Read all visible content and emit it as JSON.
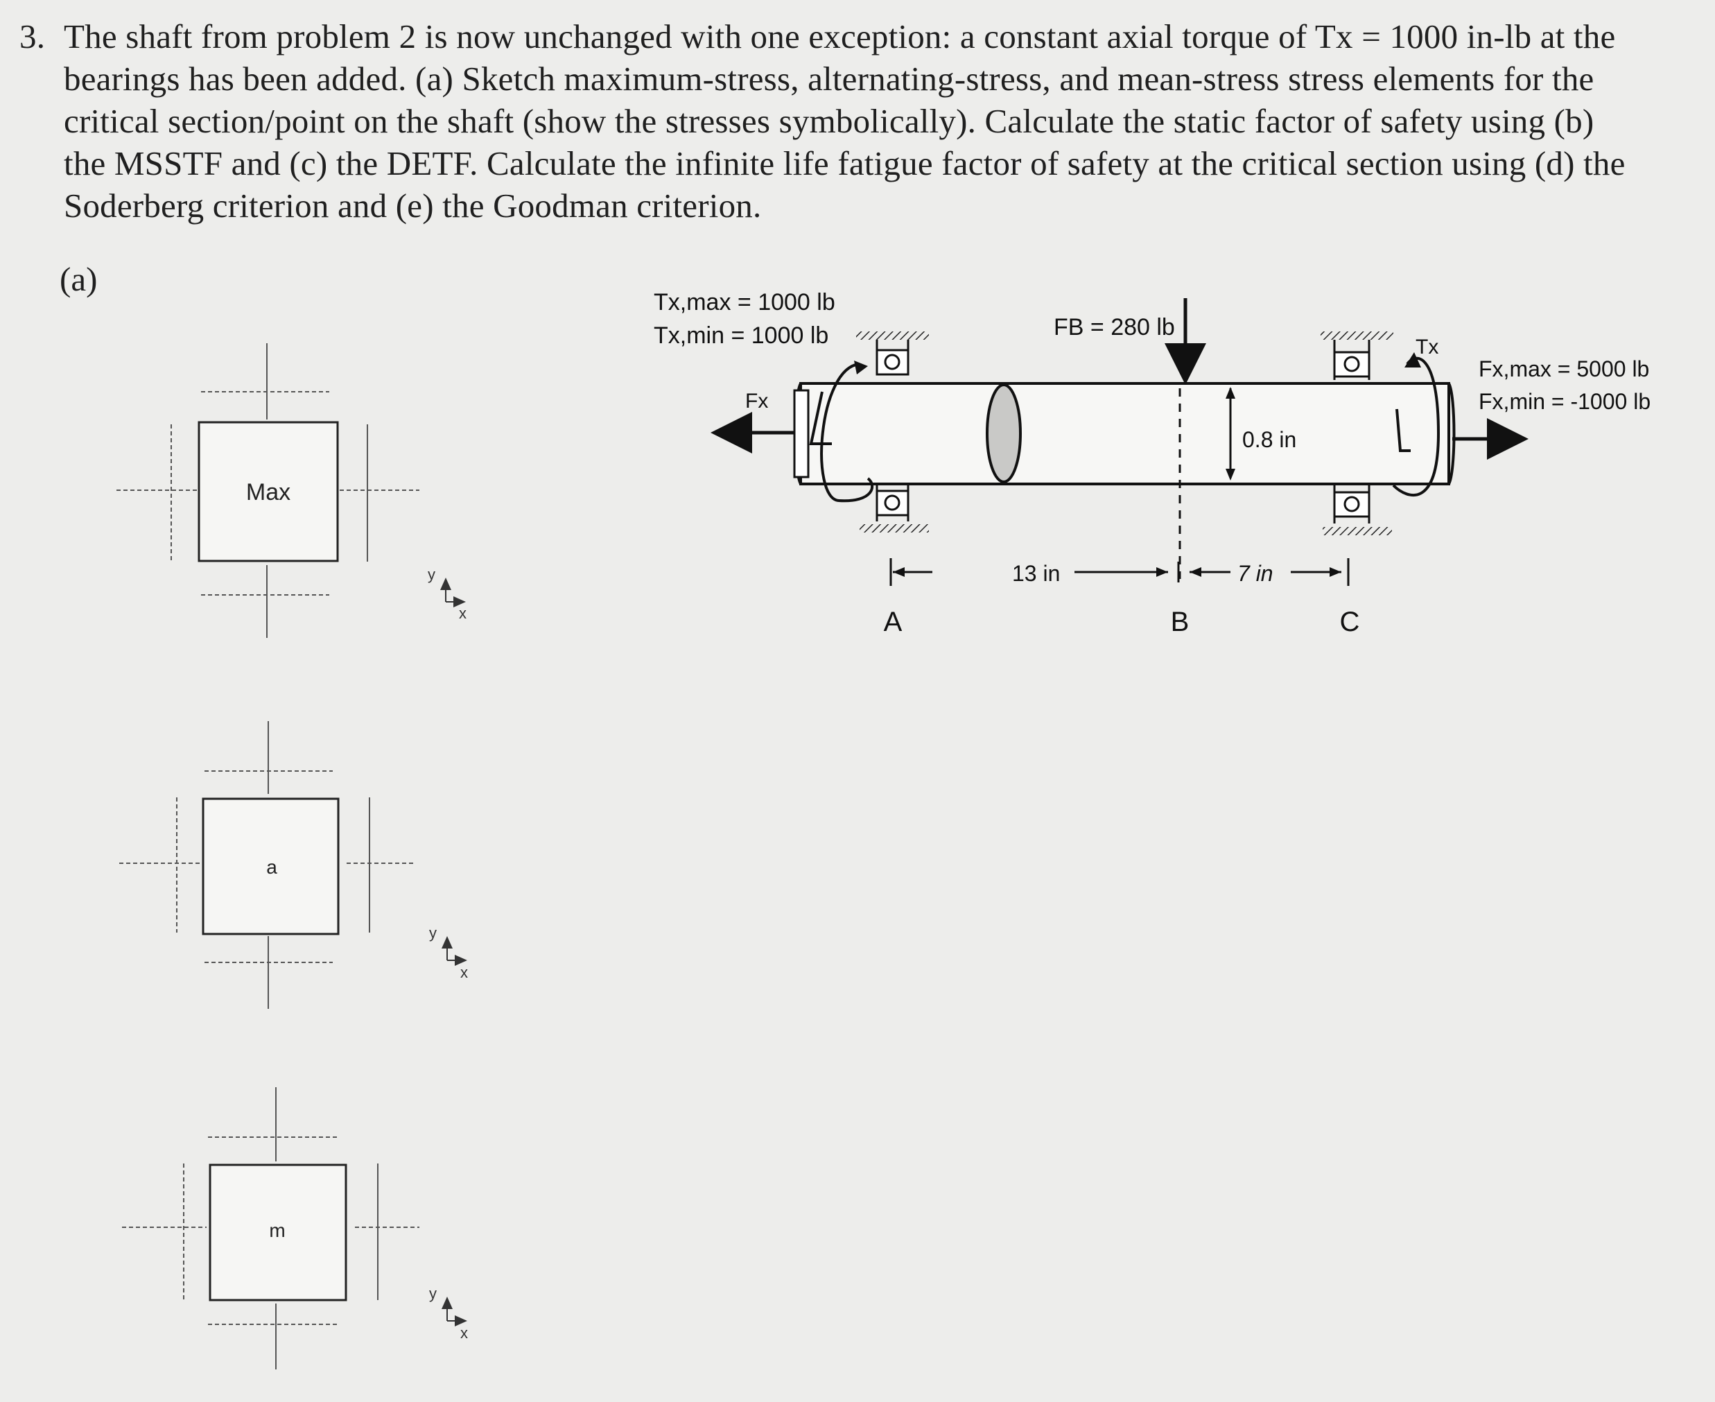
{
  "problem": {
    "number": "3.",
    "statement": "The shaft from problem 2 is now unchanged with one exception: a constant axial torque of Tx = 1000 in-lb at the bearings has been added. (a) Sketch maximum-stress, alternating-stress, and mean-stress stress elements for the critical section/point on the shaft (show the stresses symbolically). Calculate the static factor of safety using (b) the MSSTF and (c) the DETF. Calculate the infinite life fatigue factor of safety at the critical section using (d) the Soderberg criterion and (e) the Goodman criterion."
  },
  "part_label": "(a)",
  "stress_elements": [
    {
      "label": "Max"
    },
    {
      "label": "a"
    },
    {
      "label": "m"
    }
  ],
  "axes_labels": {
    "y": "y",
    "x": "x"
  },
  "diagram": {
    "torque_max": "Tx,max = 1000 lb",
    "torque_min": "Tx,min = 1000 lb",
    "fx_left": "Fx",
    "fb": "FB = 280 lb",
    "tx_right": "Tx",
    "fx_max": "Fx,max = 5000 lb",
    "fx_min": "Fx,min = -1000 lb",
    "diameter": "0.8 in",
    "dim_ab": "13 in",
    "dim_bc": "7 in",
    "point_a": "A",
    "point_b": "B",
    "point_c": "C"
  }
}
